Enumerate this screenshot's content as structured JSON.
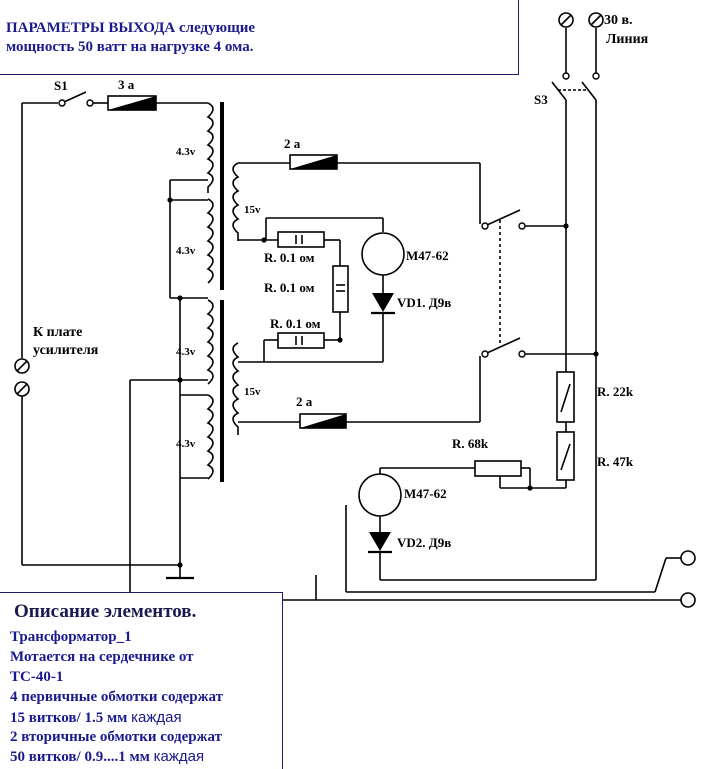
{
  "header": {
    "line1": "ПАРАМЕТРЫ ВЫХОДА следующие",
    "line2": "мощность 50 ватт на нагрузке 4 ома."
  },
  "labels": {
    "s1": "S1",
    "s3": "S3",
    "fuse_main": "3 а",
    "fuse_top": "2 а",
    "fuse_bottom": "2 а",
    "winding_1": "4.3v",
    "winding_2": "4.3v",
    "winding_3": "4.3v",
    "winding_4": "4.3v",
    "sec_top": "15v",
    "sec_bottom": "15v",
    "r_top": "R. 0.1 ом",
    "r_mid": "R. 0.1 ом",
    "r_bot": "R. 0.1 ом",
    "meter_1": "М47-62",
    "meter_2": "М47-62",
    "diode_1": "VD1. Д9в",
    "diode_2": "VD2. Д9в",
    "r_22k": "R. 22k",
    "r_47k": "R. 47k",
    "r_68k": "R. 68k",
    "line_30v": "30 в.",
    "line_word": "Линия",
    "amp_plate_1": "К плате",
    "amp_plate_2": "усилителя"
  },
  "description": {
    "heading": "Описание элементов.",
    "line1": "Трансформатор_1",
    "line2": "Мотается на сердечнике от",
    "line3": "ТС-40-1",
    "line4": "4 первичные обмотки содержат",
    "line5a": "15 витков/ 1.5 мм",
    "line5b": "каждая",
    "line6": "2 вторичные обмотки содержат",
    "line7a": "50 витков/ 0.9....1 мм",
    "line7b": "каждая"
  },
  "colors": {
    "text_blue": "#1a1a8e",
    "border_blue": "#1a1a6e",
    "wire": "#000000"
  }
}
